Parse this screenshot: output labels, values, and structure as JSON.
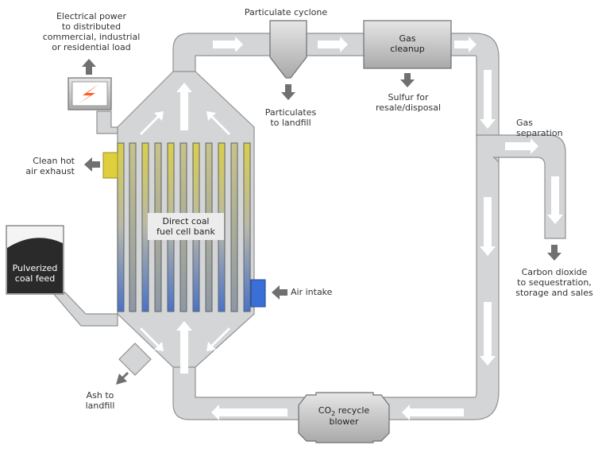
{
  "labels": {
    "electrical_power": "Electrical power\nto distributed\ncommercial, industrial\nor residential load",
    "particulate_cyclone": "Particulate cyclone",
    "particulates": "Particulates\nto landfill",
    "gas_cleanup": "Gas\ncleanup",
    "sulfur": "Sulfur for\nresale/disposal",
    "gas_separation": "Gas\nseparation",
    "clean_hot_air": "Clean hot\nair exhaust",
    "fuel_cell_bank": "Direct coal\nfuel cell bank",
    "pulverized_coal": "Pulverized\ncoal feed",
    "air_intake": "Air intake",
    "carbon_dioxide": "Carbon dioxide\nto sequestration,\nstorage and sales",
    "ash": "Ash to\nlandfill",
    "co2_prefix": "CO",
    "co2_sub": "2",
    "co2_suffix": " recycle",
    "blower": "blower"
  },
  "colors": {
    "pipe": "#d4d5d6",
    "pipe_border": "#8f9193",
    "arrow": "#707070",
    "flow_arrow": "#ffffff",
    "power_bolt": "#ff5a1f",
    "exhaust_yellow": "#e0cf3c",
    "air_blue": "#3a6fd8",
    "coal_black": "#2a2a2a"
  },
  "icons": [
    "lightning-icon"
  ]
}
